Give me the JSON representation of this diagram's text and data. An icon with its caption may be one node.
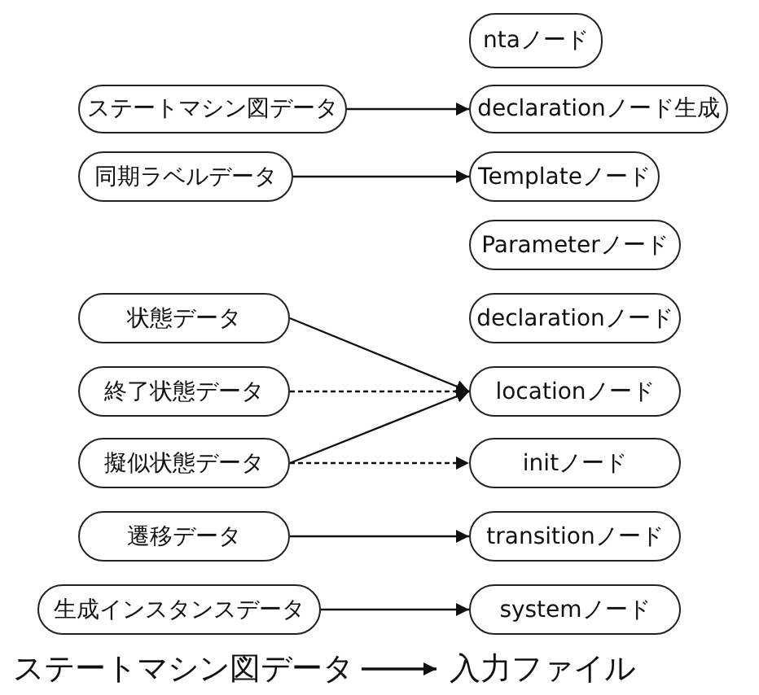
{
  "diagram": {
    "nodes": [
      {
        "text": [
          "ntaノード"
        ]
      },
      {
        "text": [
          "ステートマシン図データ"
        ]
      },
      {
        "text": [
          "declarationノード生成"
        ]
      },
      {
        "text": [
          "同期ラベルデータ"
        ]
      },
      {
        "text": [
          "Templateノード"
        ]
      },
      {
        "text": [
          "Parameterノード"
        ]
      },
      {
        "text": [
          "状態データ"
        ]
      },
      {
        "text": [
          "declarationノード"
        ]
      },
      {
        "text": [
          "終了状態データ"
        ]
      },
      {
        "text": [
          "locationノード"
        ]
      },
      {
        "text": [
          "擬似状態データ"
        ]
      },
      {
        "text": [
          "initノード"
        ]
      },
      {
        "text": [
          "遷移データ"
        ]
      },
      {
        "text": [
          "transitionノード"
        ]
      },
      {
        "text": [
          "生成インスタンスデータ"
        ]
      },
      {
        "text": [
          "systemノード"
        ]
      },
      {
        "text": [
          "ステートマシン図データ"
        ]
      },
      {
        "text": [
          "入力ファイル"
        ]
      }
    ],
    "edges": [
      {
        "from": 1,
        "to": 2,
        "arrow": "to"
      },
      {
        "from": 3,
        "to": 4,
        "arrow": "to"
      },
      {
        "from": 6,
        "to": 9,
        "arrow": "to"
      },
      {
        "from": 8,
        "to": 9,
        "arrow": "to",
        "style": "dashed"
      },
      {
        "from": 10,
        "to": 9,
        "arrow": "to"
      },
      {
        "from": 10,
        "to": 11,
        "arrow": "to",
        "style": "dashed"
      },
      {
        "from": 12,
        "to": 13,
        "arrow": "to"
      },
      {
        "from": 14,
        "to": 15,
        "arrow": "to"
      },
      {
        "from": 16,
        "to": 17,
        "arrow": "to"
      }
    ]
  }
}
